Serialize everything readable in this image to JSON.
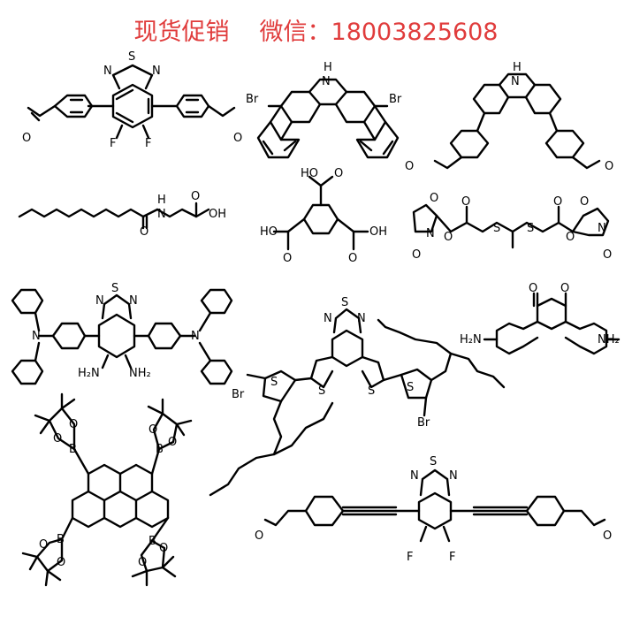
{
  "banner": {
    "promo": "现货促销",
    "contact_label": "微信：",
    "phone": "18003825608",
    "color": "#e03c3c"
  },
  "atoms": {
    "S": "S",
    "N": "N",
    "F": "F",
    "Br": "Br",
    "H": "H",
    "O": "O",
    "OH": "OH",
    "B": "B",
    "NH2": "NH₂",
    "H2N": "H₂N"
  }
}
